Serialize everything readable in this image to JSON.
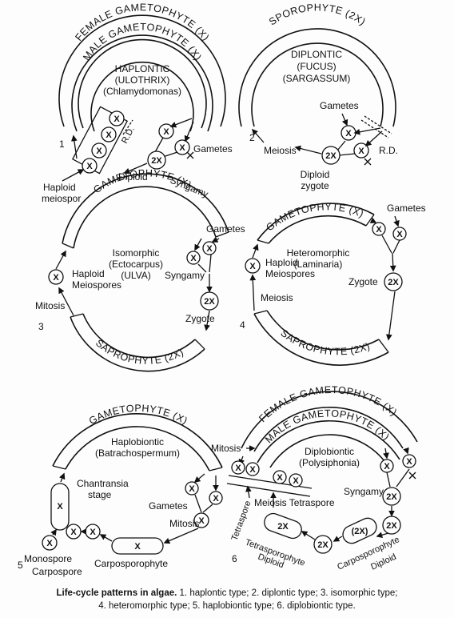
{
  "panels": {
    "p1": {
      "num": "1",
      "outer_arc": "FEMALE GAMETOPHYTE (X)",
      "inner_arc": "MALE GAMETOPHYTE (X)",
      "title": [
        "HAPLONTIC",
        "(ULOTHRIX)",
        "(Chlamydomonas)"
      ],
      "rd": "R.D.",
      "gametes": "Gametes",
      "syngamy": "Syngamy",
      "diploid": "Diploid",
      "haploid": [
        "Haploid",
        "meiospor"
      ]
    },
    "p2": {
      "num": "2",
      "arc": "SPOROPHYTE (2X)",
      "title": [
        "DIPLONTIC",
        "(FUCUS)",
        "(SARGASSUM)"
      ],
      "gametes": "Gametes",
      "meiosis": "Meiosis",
      "rd": "R.D.",
      "zygote": [
        "Diploid",
        "zygote"
      ]
    },
    "p3": {
      "num": "3",
      "top_arc": "GAMETOPHYTE (X)",
      "bottom_arc": "SAPROPHYTE (2X)",
      "title": [
        "Isomorphic",
        "(Ectocarpus)",
        "(ULVA)"
      ],
      "gametes": "Gametes",
      "syngamy": "Syngamy",
      "zygote": "Zygote",
      "mitosis": "Mitosis",
      "haploid": [
        "Haploid",
        "Meiospores"
      ]
    },
    "p4": {
      "num": "4",
      "top_arc": "GAMETOPHYTE (X)",
      "bottom_arc": "SAPROPHYTE (2X)",
      "title": [
        "Heteromorphic",
        "(Laminaria)"
      ],
      "gametes": "Gametes",
      "zygote": "Zygote",
      "meiosis": "Meiosis",
      "haploid": [
        "Haploid",
        "Meiospores"
      ]
    },
    "p5": {
      "num": "5",
      "arc": "GAMETOPHYTE (X)",
      "title": [
        "Haplobiontic",
        "(Batrachospermum)"
      ],
      "chantransia": [
        "Chantransia",
        "stage"
      ],
      "gametes": "Gametes",
      "mitosis": "Mitosis",
      "monospore": "Monospore",
      "carpospore": "Carpospore",
      "carposporophyte": "Carposporophyte"
    },
    "p6": {
      "num": "6",
      "outer_arc": "FEMALE GAMETOPHYTE (X)",
      "inner_arc": "MALE GAMETOPHYTE (X)",
      "title": [
        "Diplobiontic",
        "(Polysiphonia)"
      ],
      "mitosis": "Mitosis",
      "syngamy": "Syngamy",
      "tetraspore_l": "Tetraspore",
      "meiosis_tetra": "Meiosis Tetraspore",
      "tetrasporophyte": [
        "Tetrasporophyte",
        "Diploid"
      ],
      "carposporophyte": [
        "Carposporophyte",
        "Diploid"
      ],
      "carpo_2x": "(2X)"
    }
  },
  "ploidy": {
    "haploid": "X",
    "diploid": "2X"
  },
  "caption": {
    "bold": "Life-cycle patterns in algae.",
    "line1": "1. haplontic type;  2. diplontic type;  3. isomorphic type;",
    "line2": "4. heteromorphic type;  5. haplobiontic type;  6. diplobiontic type."
  }
}
